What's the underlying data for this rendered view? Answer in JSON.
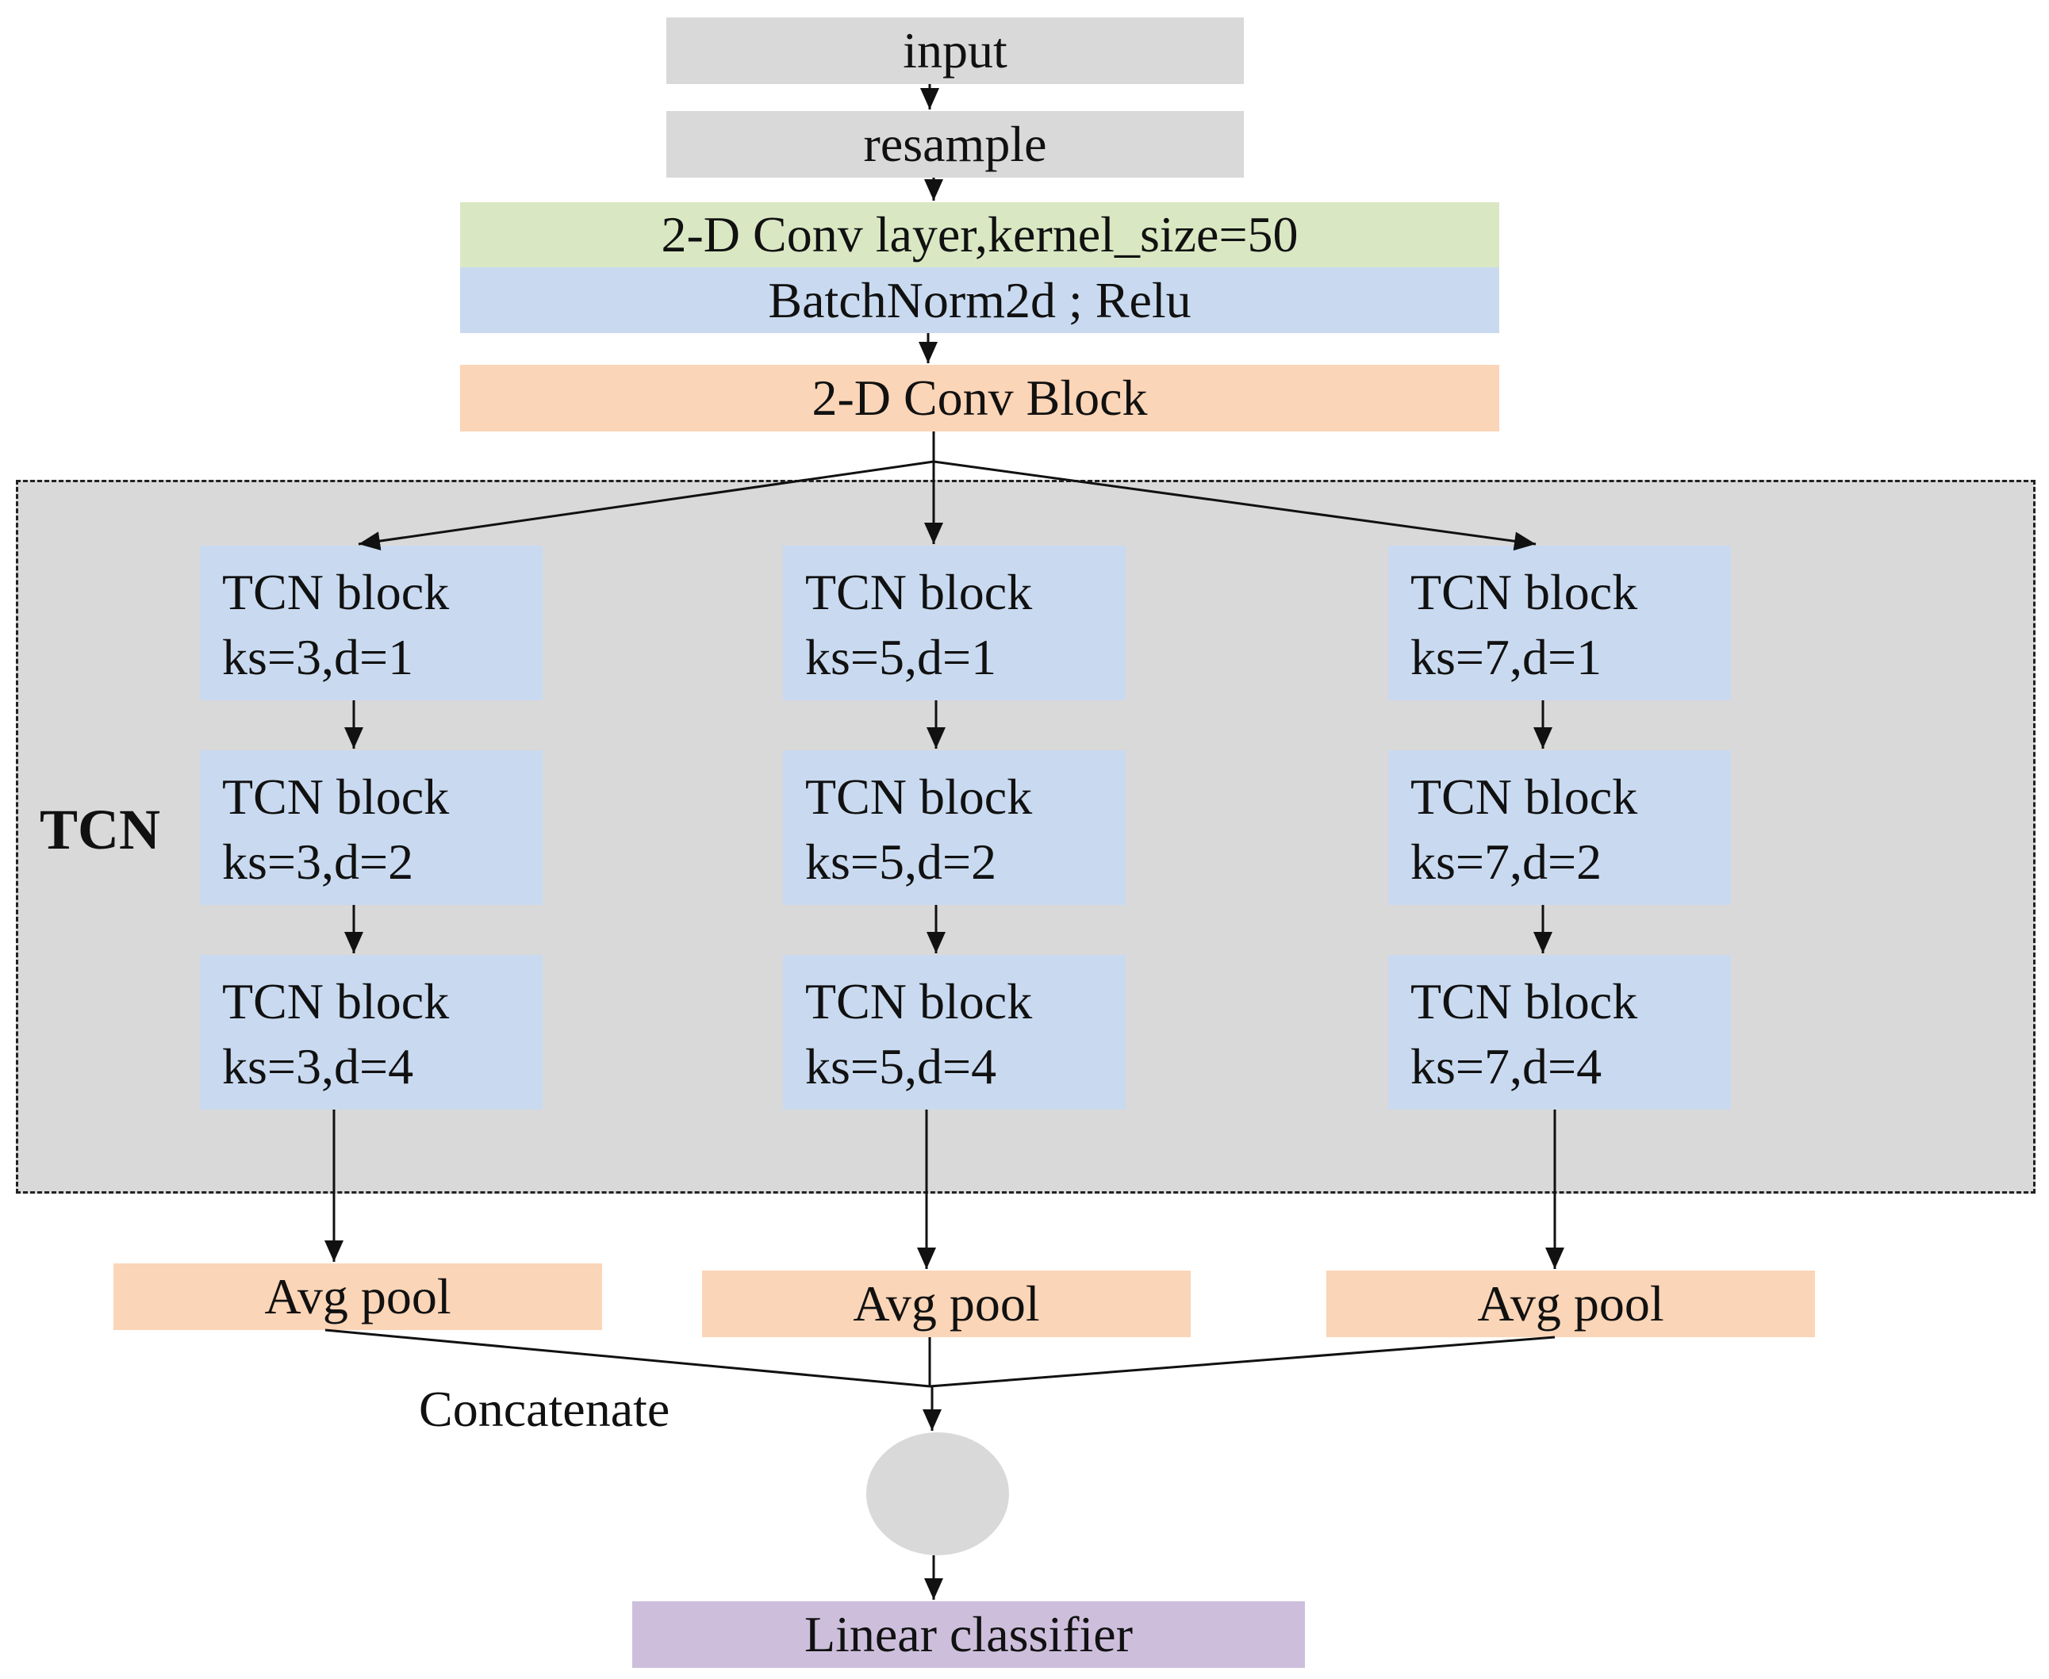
{
  "top_boxes": {
    "input": "input",
    "resample": "resample",
    "conv_layer": "2-D Conv layer,kernel_size=50",
    "batchnorm": "BatchNorm2d ; Relu",
    "conv_block": "2-D Conv Block"
  },
  "tcn": {
    "label": "TCN",
    "columns": [
      {
        "blocks": [
          {
            "title": "TCN block",
            "params": "ks=3,d=1"
          },
          {
            "title": "TCN block",
            "params": "ks=3,d=2"
          },
          {
            "title": "TCN block",
            "params": "ks=3,d=4"
          }
        ]
      },
      {
        "blocks": [
          {
            "title": "TCN block",
            "params": "ks=5,d=1"
          },
          {
            "title": "TCN block",
            "params": "ks=5,d=2"
          },
          {
            "title": "TCN block",
            "params": "ks=5,d=4"
          }
        ]
      },
      {
        "blocks": [
          {
            "title": "TCN block",
            "params": "ks=7,d=1"
          },
          {
            "title": "TCN block",
            "params": "ks=7,d=2"
          },
          {
            "title": "TCN block",
            "params": "ks=7,d=4"
          }
        ]
      }
    ]
  },
  "pools": [
    "Avg pool",
    "Avg pool",
    "Avg pool"
  ],
  "concatenate": "Concatenate",
  "classifier": "Linear classifier",
  "colors": {
    "gray": "#d9d9d9",
    "green": "#d9e8c3",
    "blue": "#c9daf0",
    "peach": "#fbd5b7",
    "purple": "#cdbfdc"
  }
}
